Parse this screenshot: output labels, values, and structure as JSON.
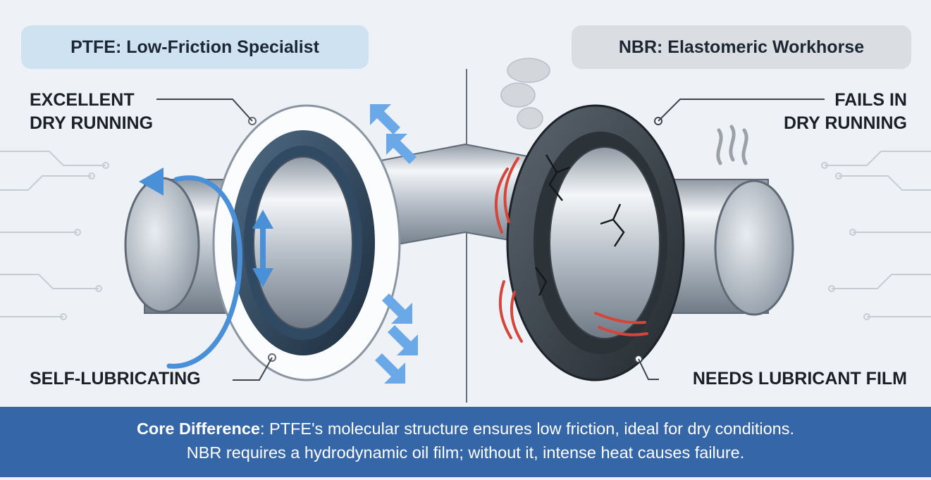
{
  "left_panel": {
    "title": "PTFE: Low-Friction Specialist",
    "label_top_line1": "EXCELLENT",
    "label_top_line2": "DRY RUNNING",
    "label_bottom": "SELF-LUBRICATING"
  },
  "right_panel": {
    "title": "NBR: Elastomeric Workhorse",
    "label_top_line1": "FAILS IN",
    "label_top_line2": "DRY RUNNING",
    "label_bottom": "NEEDS LUBRICANT FILM"
  },
  "footer": {
    "emphasis": "Core Difference",
    "line1_rest": ": PTFE's molecular structure ensures low friction, ideal for dry conditions.",
    "line2": "NBR requires a hydrodynamic oil film; without it, intense heat causes failure."
  },
  "colors": {
    "background": "#eef2f6",
    "ptfe_pill": "#cfe2f1",
    "nbr_pill": "#dadde1",
    "footer_band": "#3566a8",
    "friction_heat": "#d6453a",
    "motion_arrow": "#4a90d9"
  },
  "icons": [
    "rotation-arrow-icon",
    "axial-arrow-icon",
    "inflow-arrow-icon",
    "smoke-icon",
    "heat-wave-icon",
    "crack-icon"
  ]
}
